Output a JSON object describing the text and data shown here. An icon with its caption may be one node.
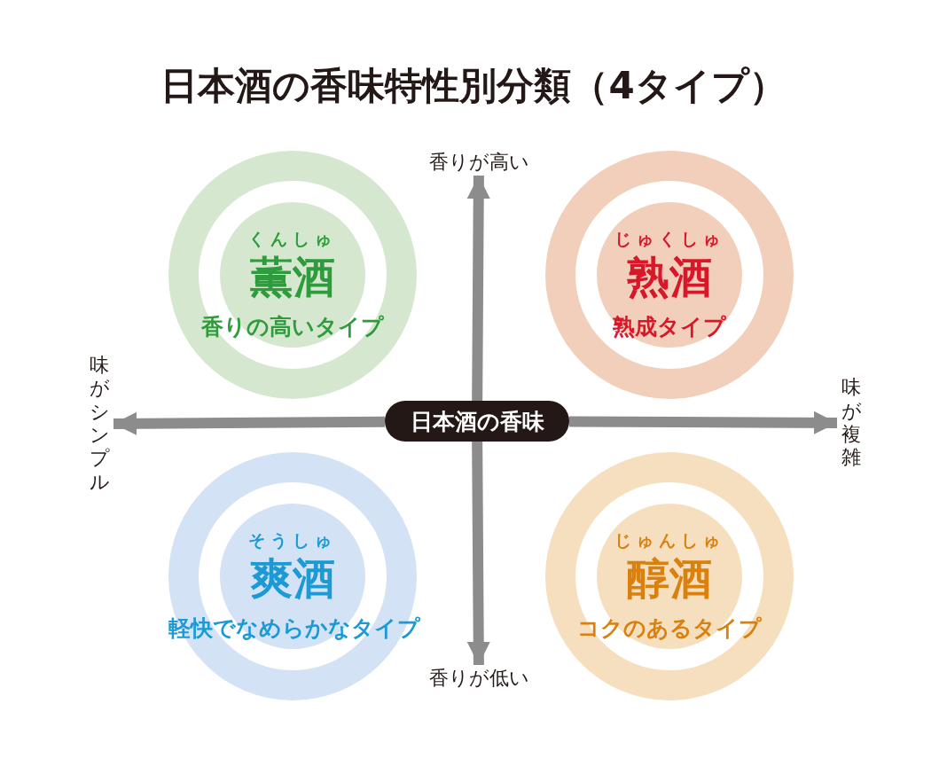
{
  "diagram": {
    "title": "日本酒の香味特性別分類（4タイプ）",
    "nodes": [
      {
        "text": [
          "くんしゅ",
          "薫酒",
          "香りの高いタイプ"
        ]
      },
      {
        "text": [
          "じゅくしゅ",
          "熟酒",
          "熟成タイプ"
        ]
      },
      {
        "text": [
          "そうしゅ",
          "爽酒",
          "軽快でなめらかなタイプ"
        ]
      },
      {
        "text": [
          "じゅんしゅ",
          "醇酒",
          "コクのあるタイプ"
        ]
      },
      {
        "text": [
          "日本酒の香味"
        ]
      },
      {
        "text": [
          "香りが高い"
        ]
      },
      {
        "text": [
          "香りが低い"
        ]
      },
      {
        "text": [
          "味がシンプル"
        ]
      },
      {
        "text": [
          "味が複雑"
        ]
      }
    ],
    "edges": [
      {
        "from": 4,
        "to": 5,
        "arrow": "to"
      },
      {
        "from": 4,
        "to": 6,
        "arrow": "to"
      },
      {
        "from": 4,
        "to": 7,
        "arrow": "to"
      },
      {
        "from": 4,
        "to": 8,
        "arrow": "to"
      }
    ]
  }
}
